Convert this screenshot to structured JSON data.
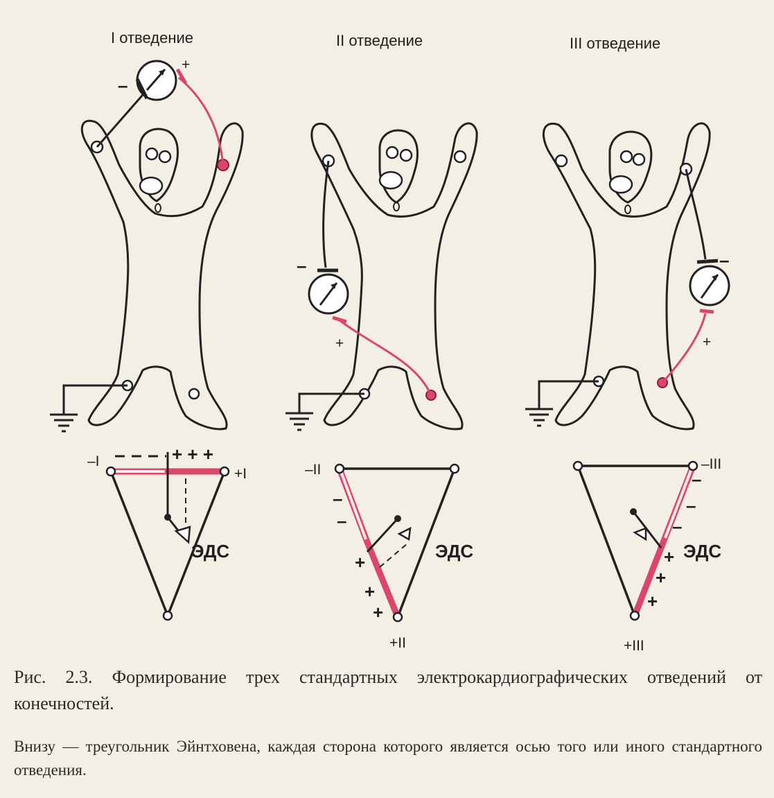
{
  "leads": [
    {
      "title": "I отведение",
      "neg_terminal": "–I",
      "pos_terminal": "+I",
      "triangle_signs_neg": "– – –",
      "triangle_signs_pos": "+ + +"
    },
    {
      "title": "II отведение",
      "neg_terminal": "–II",
      "pos_terminal": "+II"
    },
    {
      "title": "III отведение",
      "neg_terminal": "–III",
      "pos_terminal": "+III"
    }
  ],
  "meter_minus": "–",
  "meter_plus": "+",
  "eds_label": "ЭДС",
  "side_minus": "–",
  "side_plus": "+",
  "caption": {
    "figure": "Рис. 2.3. Формирование трех стандартных электрокардиографических отведений от конечностей.",
    "note": "Внизу — треугольник Эйнтховена, каждая сторона которого является осью того или иного стандартного отведения."
  },
  "colors": {
    "red": "#d9476a",
    "ink": "#222222",
    "paper": "#f3efe4"
  }
}
